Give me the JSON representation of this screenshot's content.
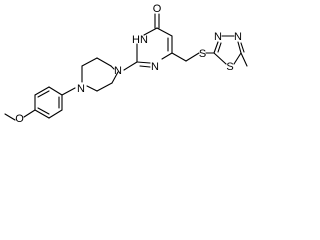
{
  "molecule": {
    "atoms": {
      "o_methoxy": "O",
      "n_piperazine_left": "N",
      "n_piperazine_right": "N",
      "nh_ring": "HN",
      "o_carbonyl": "O",
      "n_ring_bottom": "N",
      "s_thioether": "S",
      "s_thiadiazole": "S",
      "n_thiadiazole_1": "N",
      "n_thiadiazole_2": "N"
    }
  }
}
